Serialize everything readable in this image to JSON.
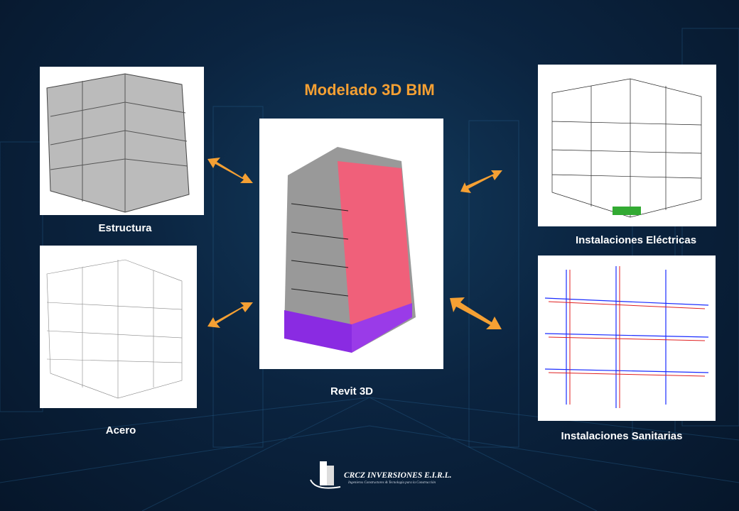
{
  "title": "Modelado 3D BIM",
  "panels": {
    "estructura": "Estructura",
    "acero": "Acero",
    "revit": "Revit  3D",
    "electricas": "Instalaciones Eléctricas",
    "sanitarias": "Instalaciones  Sanitarias"
  },
  "logo": {
    "name": "CRCZ INVERSIONES E.I.R.L.",
    "subtitle": "Ingenieros Constructores & Tecnología para la Construcción"
  },
  "colors": {
    "accent": "#f5a033",
    "background": "#0b2440"
  }
}
